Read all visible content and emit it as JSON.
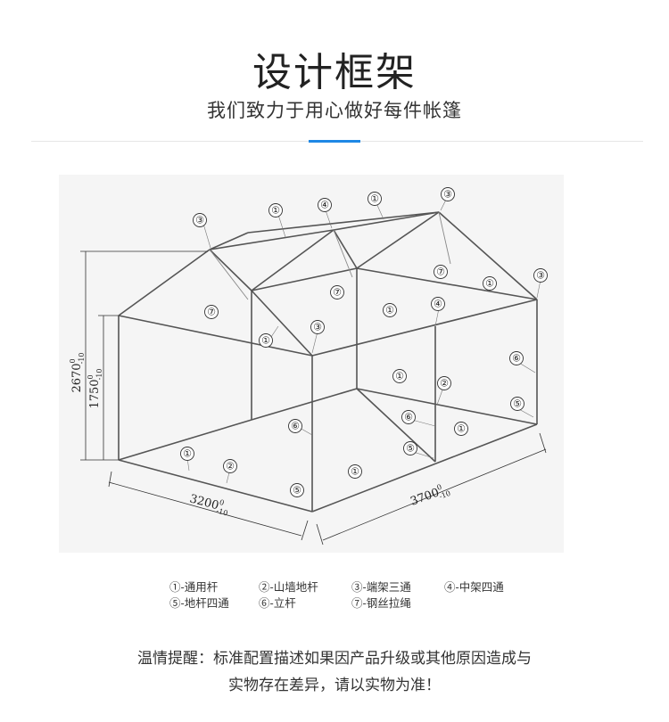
{
  "header": {
    "title": "设计框架",
    "subtitle": "我们致力于用心做好每件帐篷"
  },
  "diagram": {
    "callouts": {
      "c1": "①",
      "c2": "②",
      "c3": "③",
      "c4": "④",
      "c5": "⑤",
      "c6": "⑥",
      "c7": "⑦"
    },
    "dimensions": {
      "total_height": "2670",
      "wall_height": "1750",
      "width": "3200",
      "length": "3700",
      "tol_top": "0",
      "tol_bottom": "-10"
    }
  },
  "legend": {
    "row1": [
      "①-通用杆",
      "②-山墙地杆",
      "③-端架三通",
      "④-中架四通"
    ],
    "row2": [
      "⑤-地杆四通",
      "⑥-立杆",
      "⑦-钢丝拉绳"
    ]
  },
  "footer": {
    "line1": "温情提醒：标准配置描述如果因产品升级或其他原因造成与",
    "line2": "实物存在差异，请以实物为准！"
  },
  "colors": {
    "accent": "#1e88e5",
    "frame": "#555555",
    "text": "#222222"
  }
}
